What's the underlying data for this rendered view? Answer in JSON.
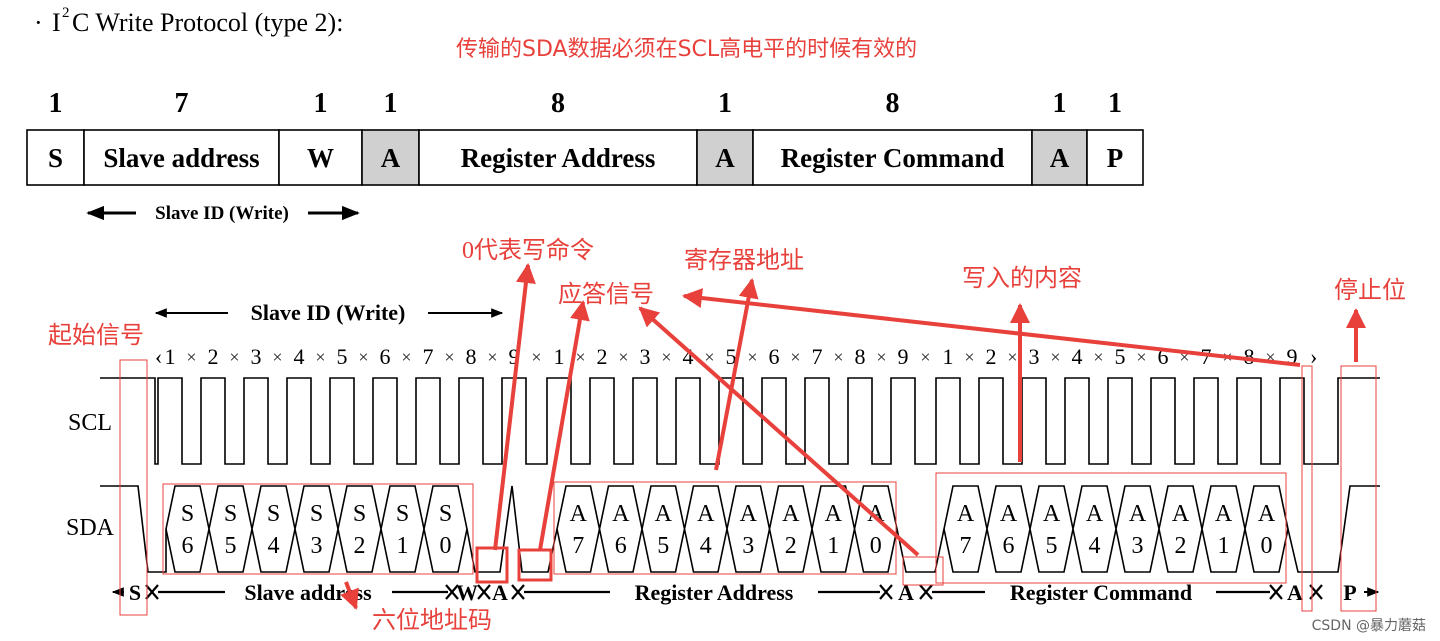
{
  "heading": {
    "bullet": "·",
    "prefix": "I",
    "sup": "2",
    "rest": "C Write Protocol (type 2):"
  },
  "note_top": "传输的SDA数据必须在SCL高电平的时候有效的",
  "frame_bits": [
    "1",
    "7",
    "1",
    "1",
    "8",
    "1",
    "8",
    "1",
    "1"
  ],
  "frame_fields": [
    "S",
    "Slave address",
    "W",
    "A",
    "Register Address",
    "A",
    "Register Command",
    "A",
    "P"
  ],
  "frame_field_shaded": [
    false,
    false,
    false,
    true,
    false,
    true,
    false,
    true,
    false
  ],
  "slave_id_label": "Slave ID (Write)",
  "signal_labels": {
    "scl": "SCL",
    "sda": "SDA"
  },
  "clock_numbers": [
    "1",
    "2",
    "3",
    "4",
    "5",
    "6",
    "7",
    "8",
    "9",
    "1",
    "2",
    "3",
    "4",
    "5",
    "6",
    "7",
    "8",
    "9",
    "1",
    "2",
    "3",
    "4",
    "5",
    "6",
    "7",
    "8",
    "9"
  ],
  "sda_groups": [
    {
      "letter": "S",
      "digits": [
        "6",
        "5",
        "4",
        "3",
        "2",
        "1",
        "0"
      ]
    },
    {
      "letter": "A",
      "digits": [
        "7",
        "6",
        "5",
        "4",
        "3",
        "2",
        "1",
        "0"
      ]
    },
    {
      "letter": "A",
      "digits": [
        "7",
        "6",
        "5",
        "4",
        "3",
        "2",
        "1",
        "0"
      ]
    }
  ],
  "bottom_labels": {
    "s": "S",
    "slave_address": "Slave address",
    "w": "W",
    "a1": "A",
    "register_address": "Register Address",
    "a2": "A",
    "register_command": "Register Command",
    "a3": "A",
    "p": "P"
  },
  "annotations": {
    "start_signal": "起始信号",
    "write_zero": "0代表写命令",
    "ack_signal": "应答信号",
    "register_address": "寄存器地址",
    "write_content": "写入的内容",
    "stop_bit": "停止位",
    "six_bit_addr": "六位地址码"
  },
  "watermark": "CSDN @暴力蘑菇",
  "colors": {
    "annotation": "#e8413c",
    "shaded": "#d0d0d0",
    "ink": "#000000"
  }
}
